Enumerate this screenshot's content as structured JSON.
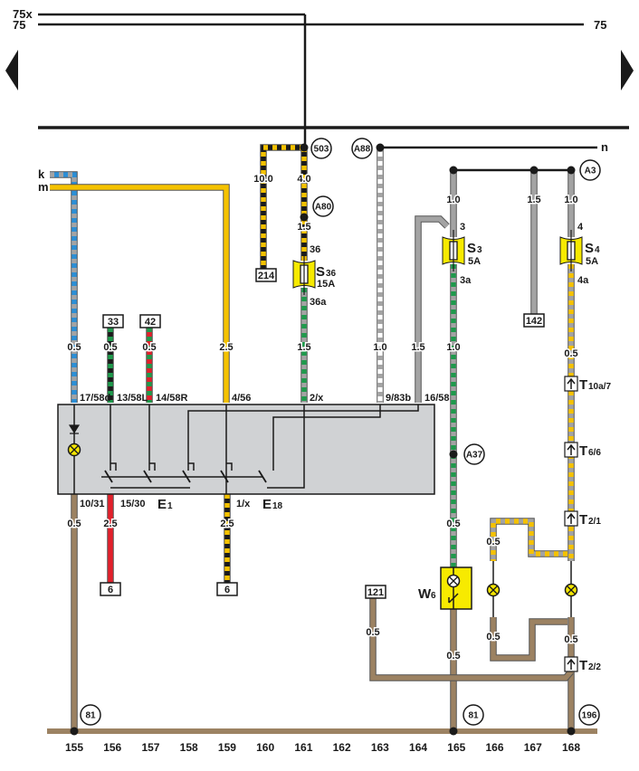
{
  "rails": {
    "r75x": "75x",
    "r75_left": "75",
    "r75_right": "75",
    "k": "k",
    "m": "m",
    "n": "n"
  },
  "junctions": {
    "j503": "503",
    "a80": "A80",
    "a88": "A88",
    "a3": "A3",
    "a37": "A37",
    "g81a": "81",
    "g81b": "81",
    "g196": "196"
  },
  "connectors": {
    "c214": "214",
    "c33": "33",
    "c42": "42",
    "c142": "142",
    "c121": "121",
    "c6a": "6",
    "c6b": "6"
  },
  "fuses": {
    "s36": {
      "name": "S",
      "sub": "36",
      "rating": "15A",
      "pin_in": "36",
      "pin_out": "36a"
    },
    "s3": {
      "name": "S",
      "sub": "3",
      "rating": "5A",
      "pin_in": "3",
      "pin_out": "3a"
    },
    "s4": {
      "name": "S",
      "sub": "4",
      "rating": "5A",
      "pin_in": "4",
      "pin_out": "4a"
    }
  },
  "components": {
    "e1": {
      "name": "E",
      "sub": "1"
    },
    "e18": {
      "name": "E",
      "sub": "18"
    },
    "w6": {
      "name": "W",
      "sub": "6"
    }
  },
  "pins": {
    "top": [
      "17/58d",
      "13/58L",
      "14/58R",
      "4/56",
      "2/x",
      "9/83b",
      "16/58"
    ],
    "bottom": [
      "10/31",
      "15/30",
      "1/x"
    ]
  },
  "terminals": [
    {
      "name": "T",
      "sub": "10a/7"
    },
    {
      "name": "T",
      "sub": "6/6"
    },
    {
      "name": "T",
      "sub": "2/1"
    },
    {
      "name": "T",
      "sub": "2/2"
    }
  ],
  "wire_sizes": [
    "10.0",
    "4.0",
    "1.5",
    "0.5",
    "0.5",
    "0.5",
    "2.5",
    "1.5",
    "1.0",
    "1.5",
    "1.0",
    "1.0",
    "1.5",
    "1.0",
    "0.5",
    "0.5",
    "2.5",
    "2.5",
    "0.5",
    "0.5",
    "0.5",
    "0.5",
    "0.5",
    "0.5"
  ],
  "bus_numbers": [
    "155",
    "156",
    "157",
    "158",
    "159",
    "160",
    "161",
    "162",
    "163",
    "164",
    "165",
    "166",
    "167",
    "168"
  ],
  "wire_colors": {
    "black": "#1a1a1a",
    "yellow": "#f5c200",
    "grey": "#a3a3a3",
    "green": "#1f9a4c",
    "red": "#e3202b",
    "blue": "#2c8fd6",
    "brown": "#9c8262",
    "white": "#ffffff"
  },
  "module_fill": "#d0d2d4"
}
